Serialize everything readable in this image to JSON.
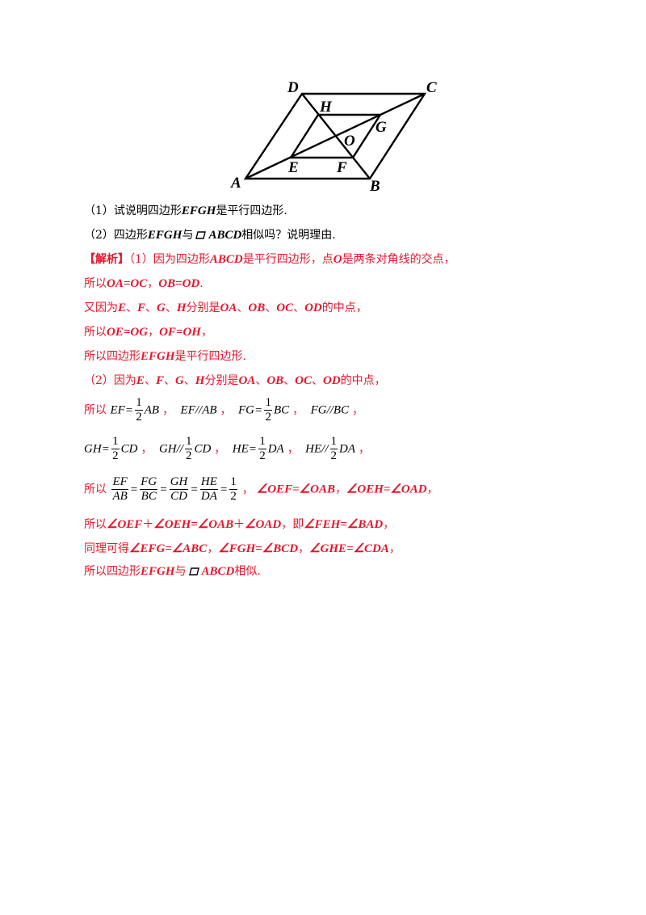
{
  "figure": {
    "labels": {
      "A": "A",
      "B": "B",
      "C": "C",
      "D": "D",
      "E": "E",
      "F": "F",
      "G": "G",
      "H": "H",
      "O": "O"
    }
  },
  "q1": {
    "prefix": "（1）试说明四边形",
    "name": "EFGH",
    "suffix": "是平行四边形."
  },
  "q2": {
    "prefix": "（2）四边形",
    "name": "EFGH",
    "mid": "与",
    "rect": "ABCD",
    "suffix": "相似吗？说明理由."
  },
  "sol": {
    "tag": "【解析】",
    "l1a": "（1）因为四边形",
    "l1b": "ABCD",
    "l1c": "是平行四边形，点",
    "l1d": "O",
    "l1e": "是两条对角线的交点，",
    "l2a": "所以",
    "l2b": "OA=OC",
    "l2c": "，",
    "l2d": "OB=OD",
    "l2e": ".",
    "l3a": "又因为",
    "l3b": "E",
    "l3c": "、",
    "l3d": "F",
    "l3e": "、",
    "l3f": "G",
    "l3g": "、",
    "l3h": "H",
    "l3i": "分别是",
    "l3j": "OA",
    "l3k": "、",
    "l3l": "OB",
    "l3m": "、",
    "l3n": "OC",
    "l3o": "、",
    "l3p": "OD",
    "l3q": "的中点，",
    "l4a": "所以",
    "l4b": "OE=OG",
    "l4c": "，",
    "l4d": "OF=OH",
    "l4e": "，",
    "l5a": "所以四边形",
    "l5b": "EFGH",
    "l5c": "是平行四边形.",
    "l6a": "（2）因为",
    "l6b": "E",
    "l6c": "、",
    "l6d": "F",
    "l6e": "、",
    "l6f": "G",
    "l6g": "、",
    "l6h": "H",
    "l6i": "分别是",
    "l6j": "OA",
    "l6k": "、",
    "l6l": "OB",
    "l6m": "、",
    "l6n": "OC",
    "l6o": "、",
    "l6p": "OD",
    "l6q": "的中点，",
    "f1": {
      "so": "所以",
      "t1": "EF",
      "eq": "=",
      "one": "1",
      "two": "2",
      "t2": "AB",
      "comma": "，",
      "t3": "EF",
      "par": "//",
      "t4": "AB",
      "t5": "FG",
      "t6": "BC",
      "t7": "FG",
      "t8": "BC"
    },
    "f2": {
      "t1": "GH",
      "t2": "CD",
      "t3": "GH",
      "t4": "CD",
      "t5": "HE",
      "t6": "DA",
      "t7": "HE",
      "t8": "DA",
      "eq": "=",
      "par": "//",
      "one": "1",
      "two": "2",
      "comma": "，"
    },
    "f3": {
      "so": "所以",
      "n1": "EF",
      "d1": "AB",
      "n2": "FG",
      "d2": "BC",
      "n3": "GH",
      "d3": "CD",
      "n4": "HE",
      "d4": "DA",
      "one": "1",
      "two": "2",
      "eq": "=",
      "comma": "，",
      "a1": "∠OEF=∠OAB",
      "a2": "∠OEH=∠OAD",
      "end": "，"
    },
    "l10a": "所以",
    "l10b": "∠OEF",
    "l10c": "＋",
    "l10d": "∠OEH=∠OAB",
    "l10e": "＋",
    "l10f": "∠OAD",
    "l10g": "，即",
    "l10h": "∠FEH=∠BAD",
    "l10i": "，",
    "l11a": "同理可得",
    "l11b": "∠EFG=∠ABC",
    "l11c": "，",
    "l11d": "∠FGH=∠BCD",
    "l11e": "，",
    "l11f": "∠GHE=∠CDA",
    "l11g": "，",
    "l12a": "所以四边形",
    "l12b": "EFGH",
    "l12c": "与",
    "l12d": "ABCD",
    "l12e": "相似."
  },
  "colors": {
    "red": "#e8142a",
    "black": "#000000"
  }
}
